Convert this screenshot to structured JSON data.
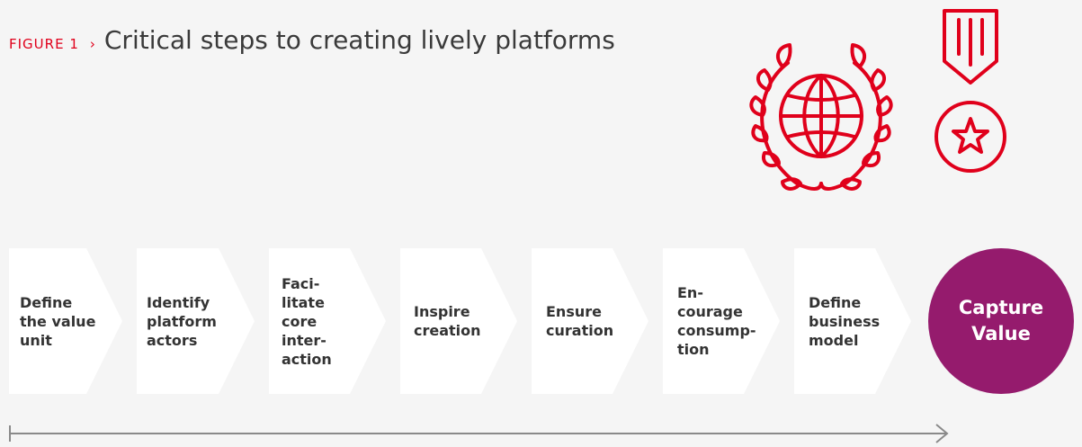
{
  "figure": {
    "label": "FIGURE 1",
    "chevron": "›",
    "title": "Critical steps to creating lively platforms"
  },
  "icons": {
    "emblem": "globe-laurel-icon",
    "medal": "medal-star-icon",
    "accent_color": "#e0001b"
  },
  "steps": [
    {
      "label": "Define\nthe value\nunit"
    },
    {
      "label": "Identify\nplatform\nactors"
    },
    {
      "label": "Faci-\nlitate\ncore\ninter-\naction"
    },
    {
      "label": "Inspire\ncreation"
    },
    {
      "label": "Ensure\ncuration"
    },
    {
      "label": "En-\ncourage\nconsump-\ntion"
    },
    {
      "label": "Define\nbusiness\nmodel"
    }
  ],
  "final_step": {
    "label": "Capture\nValue",
    "color": "#951b6d"
  },
  "colors": {
    "step_fill": "#ffffff",
    "background": "#f5f5f5",
    "timeline": "#8a8a8a"
  }
}
